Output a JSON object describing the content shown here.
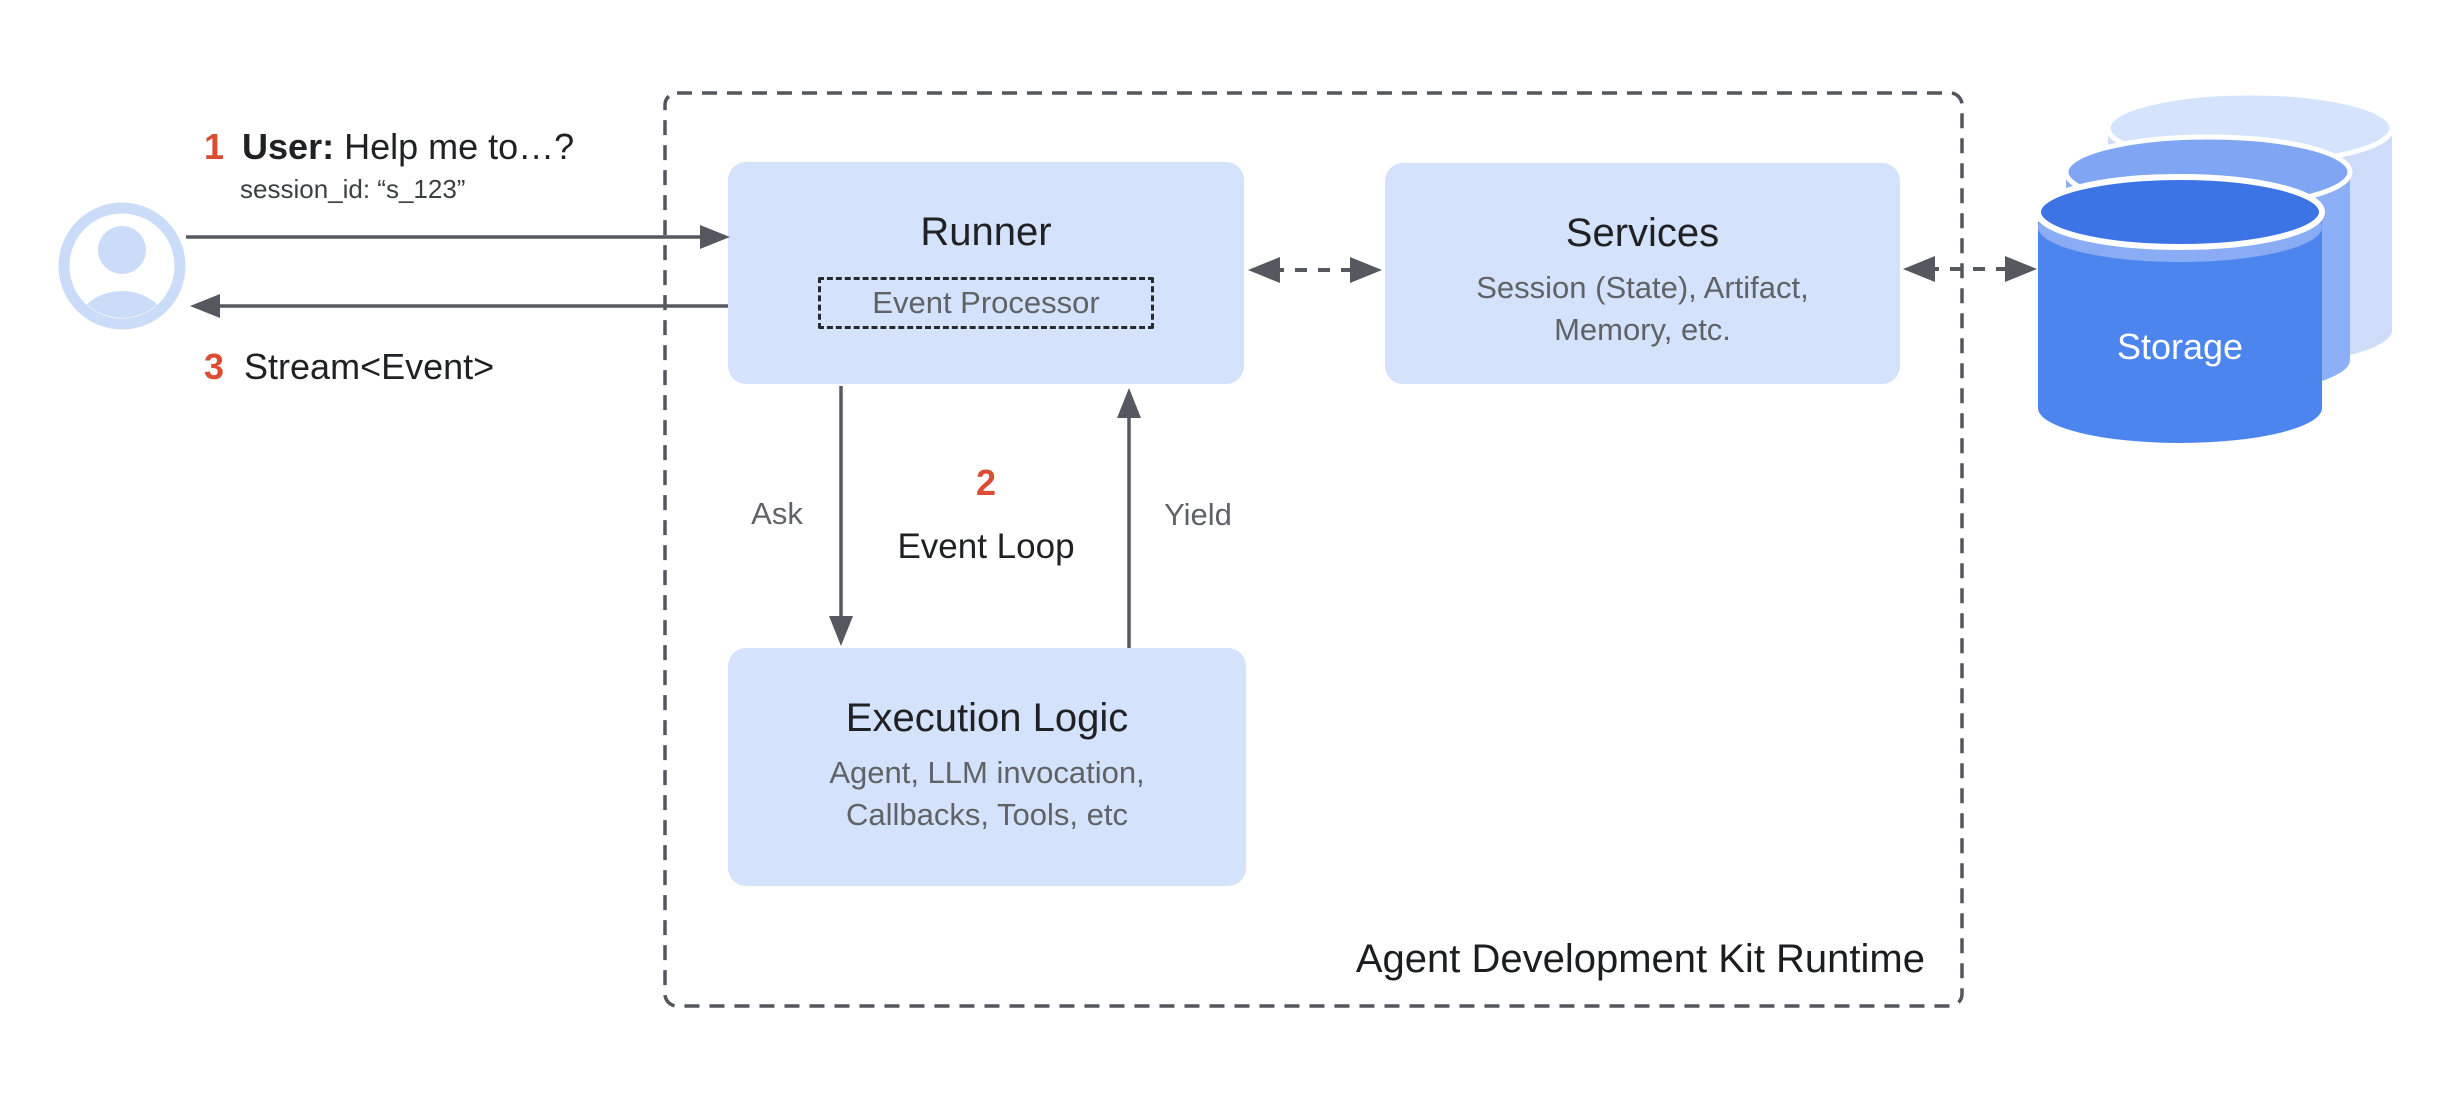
{
  "palette": {
    "box_fill": "#d5e2fc",
    "title_text": "#202124",
    "muted_text": "#5f6368",
    "session_text": "#3c4043",
    "accent_red": "#db4c35",
    "line_gray": "#55595f",
    "dash_border": "#53575d",
    "avatar_blue": "#cbdcf9",
    "storage_front_body": "#4d85ee",
    "storage_front_top": "#3d74e5",
    "storage_front_lip": "#8aacf4",
    "storage_mid_body": "#8caff5",
    "storage_mid_top": "#7fa5f3",
    "storage_back_body": "#cedcfa",
    "storage_back_top": "#d6e3fc"
  },
  "annotations": {
    "step1": {
      "number": "1",
      "speaker": "User:",
      "message": "Help me to…?",
      "session": "session_id: “s_123”"
    },
    "step2": {
      "number": "2",
      "label": "Event Loop"
    },
    "step3": {
      "number": "3",
      "label": "Stream<Event>"
    },
    "ask_label": "Ask",
    "yield_label": "Yield"
  },
  "boxes": {
    "runner": {
      "title": "Runner",
      "inner_label": "Event Processor"
    },
    "services": {
      "title": "Services",
      "subtitle_line1": "Session (State), Artifact,",
      "subtitle_line2": "Memory, etc."
    },
    "execution": {
      "title": "Execution Logic",
      "subtitle_line1": "Agent, LLM invocation,",
      "subtitle_line2": "Callbacks, Tools, etc"
    }
  },
  "storage": {
    "label": "Storage"
  },
  "runtime": {
    "label": "Agent Development Kit Runtime"
  }
}
